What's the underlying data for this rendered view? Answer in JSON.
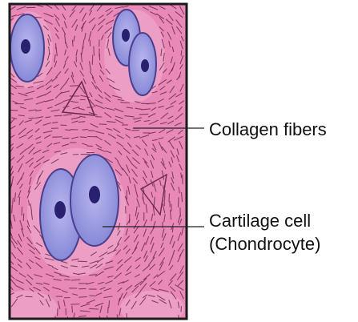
{
  "diagram": {
    "labels": {
      "collagen": "Collagen fibers",
      "cell_line1": "Cartilage cell",
      "cell_line2": "(Chondrocyte)"
    },
    "colors": {
      "matrix": "#e889b8",
      "matrix_light": "#f2a9cc",
      "fiber": "#6b2a4c",
      "cell": "#8e8fdc",
      "cell_edge": "#4a3f8c",
      "nucleus": "#2a2070",
      "border": "#1a1a1a",
      "leader": "#222222"
    }
  }
}
